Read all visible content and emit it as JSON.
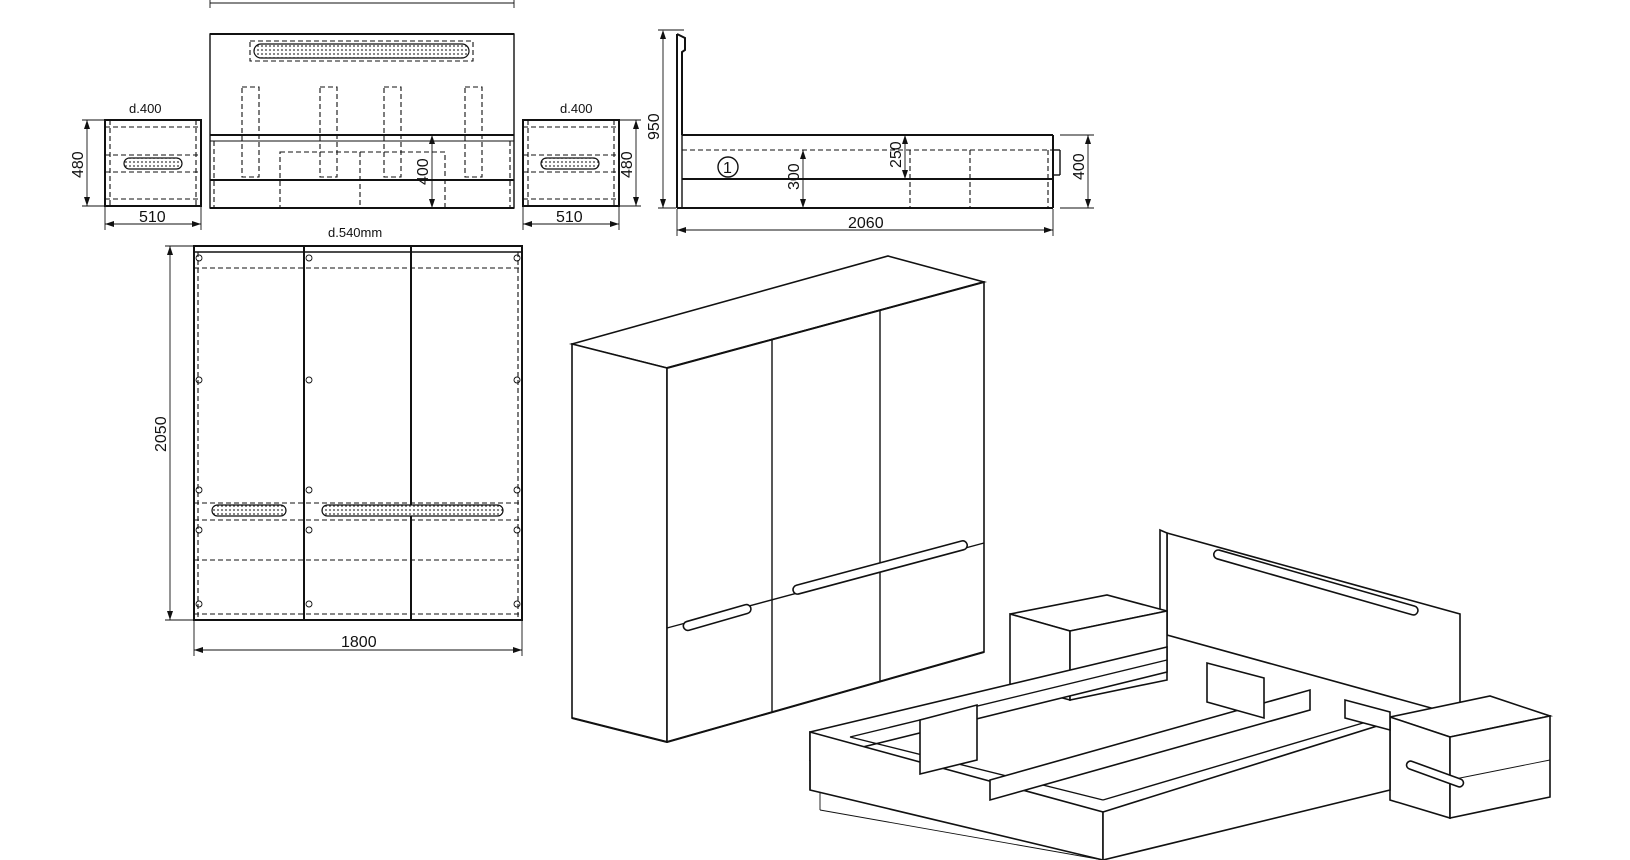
{
  "labels": {
    "nightstand_left_depth": "d.400",
    "nightstand_right_depth": "d.400",
    "nightstand_left_height": "480",
    "nightstand_right_height": "480",
    "nightstand_left_width": "510",
    "nightstand_right_width": "510",
    "bed_front_rail_height": "400",
    "bed_side_total_height": "950",
    "bed_side_300": "300",
    "bed_side_250": "250",
    "bed_side_400": "400",
    "bed_side_length": "2060",
    "bed_callout": "1",
    "wardrobe_depth": "d.540mm",
    "wardrobe_height": "2050",
    "wardrobe_width": "1800"
  }
}
